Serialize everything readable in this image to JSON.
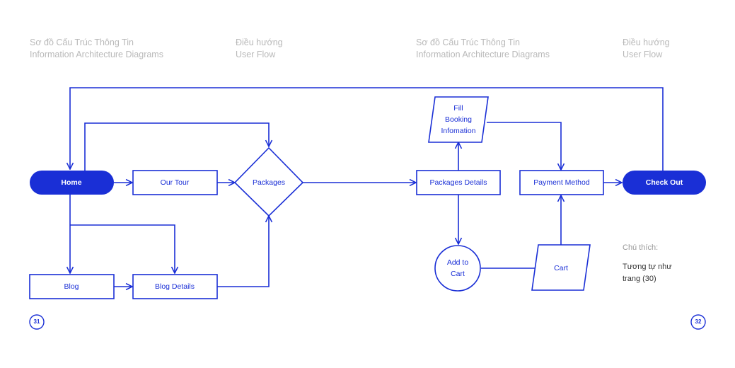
{
  "colors": {
    "accent": "#1a2fd6",
    "header_text": "#b9b9b9"
  },
  "headers": [
    {
      "line1": "Sơ đồ Cấu Trúc Thông Tin",
      "line2": "Information Architecture Diagrams"
    },
    {
      "line1": "Điều hướng",
      "line2": "User Flow"
    },
    {
      "line1": "Sơ đồ Cấu Trúc Thông Tin",
      "line2": "Information Architecture Diagrams"
    },
    {
      "line1": "Điều hướng",
      "line2": "User Flow"
    }
  ],
  "nodes": {
    "home": "Home",
    "our_tour": "Our Tour",
    "packages": "Packages",
    "blog": "Blog",
    "blog_details": "Blog Details",
    "packages_details": "Packages Details",
    "fill_booking": [
      "Fill",
      "Booking",
      "Infomation"
    ],
    "add_to_cart": [
      "Add to",
      "Cart"
    ],
    "cart": "Cart",
    "payment_method": "Payment Method",
    "check_out": "Check Out"
  },
  "note": {
    "title": "Chú thích:",
    "body": "Tương tự như trang (30)"
  },
  "page_numbers": {
    "left": "31",
    "right": "32"
  }
}
